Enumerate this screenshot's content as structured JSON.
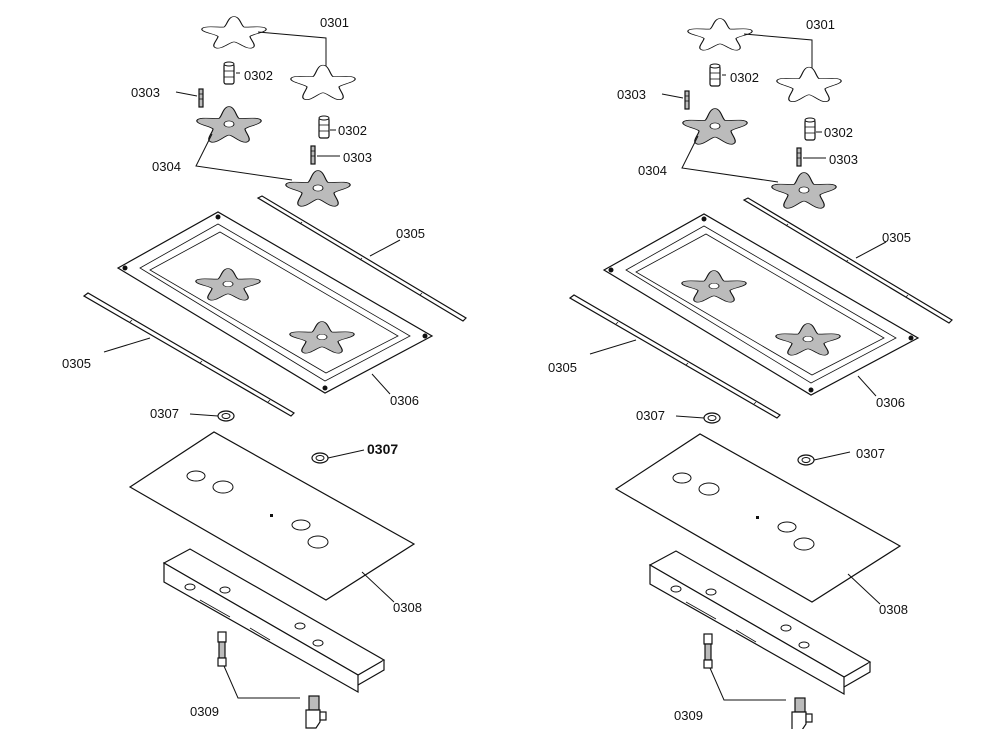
{
  "labels": {
    "p0301": "0301",
    "p0302": "0302",
    "p0303": "0303",
    "p0304": "0304",
    "p0305": "0305",
    "p0306": "0306",
    "p0307": "0307",
    "p0308": "0308",
    "p0309": "0309"
  },
  "colors": {
    "ink": "#111111",
    "paper": "#ffffff",
    "shade": "#bbbbbb"
  }
}
